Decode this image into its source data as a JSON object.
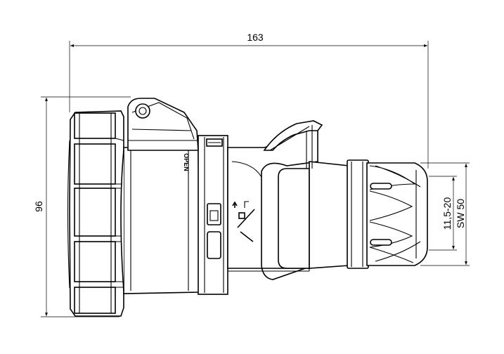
{
  "dimensions": {
    "overall_length": "163",
    "overall_height": "96",
    "cable_range": "11,5-20",
    "wrench_size": "SW 50"
  },
  "markings": {
    "lid_text": "OPEN"
  }
}
